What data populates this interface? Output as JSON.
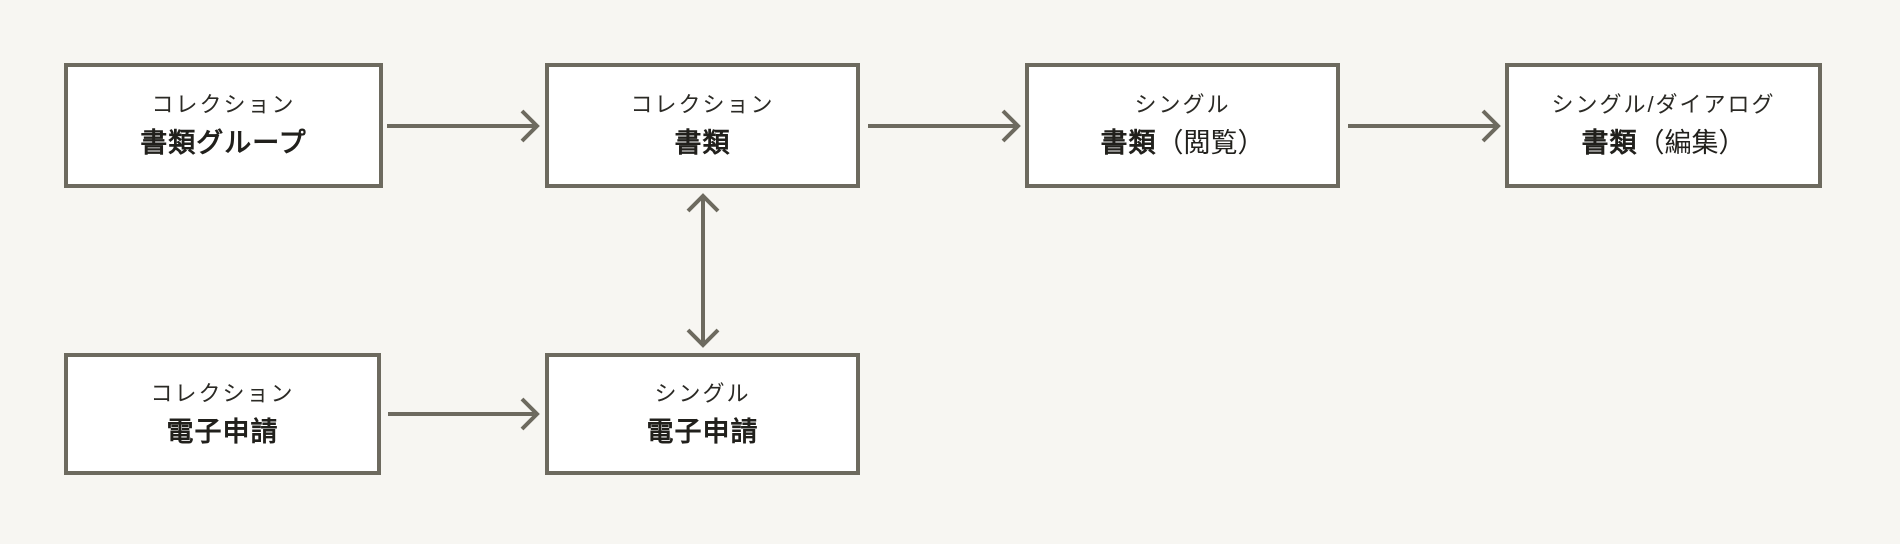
{
  "diagram": {
    "description": "screen-transition flow diagram with six screen nodes connected by arrows",
    "colors": {
      "background": "#f7f6f2",
      "node_fill": "#ffffff",
      "line": "#6d6a5f",
      "text_regular": "#2b2a25",
      "text_bold": "#21201c"
    },
    "nodes": [
      {
        "id": "collection-document-group",
        "kind": "コレクション",
        "label": "書類グループ",
        "label_suffix": ""
      },
      {
        "id": "collection-document",
        "kind": "コレクション",
        "label": "書類",
        "label_suffix": ""
      },
      {
        "id": "single-document-view",
        "kind": "シングル",
        "label": "書類",
        "label_suffix": "（閲覧）"
      },
      {
        "id": "single-dialog-document-edit",
        "kind": "シングル/ダイアログ",
        "label": "書類",
        "label_suffix": "（編集）"
      },
      {
        "id": "collection-e-application",
        "kind": "コレクション",
        "label": "電子申請",
        "label_suffix": ""
      },
      {
        "id": "single-e-application",
        "kind": "シングル",
        "label": "電子申請",
        "label_suffix": ""
      }
    ],
    "edges": [
      {
        "from": "collection-document-group",
        "to": "collection-document",
        "direction": "one-way"
      },
      {
        "from": "collection-document",
        "to": "single-document-view",
        "direction": "one-way"
      },
      {
        "from": "single-document-view",
        "to": "single-dialog-document-edit",
        "direction": "one-way"
      },
      {
        "from": "collection-document",
        "to": "single-e-application",
        "direction": "two-way"
      },
      {
        "from": "collection-e-application",
        "to": "single-e-application",
        "direction": "one-way"
      }
    ]
  }
}
